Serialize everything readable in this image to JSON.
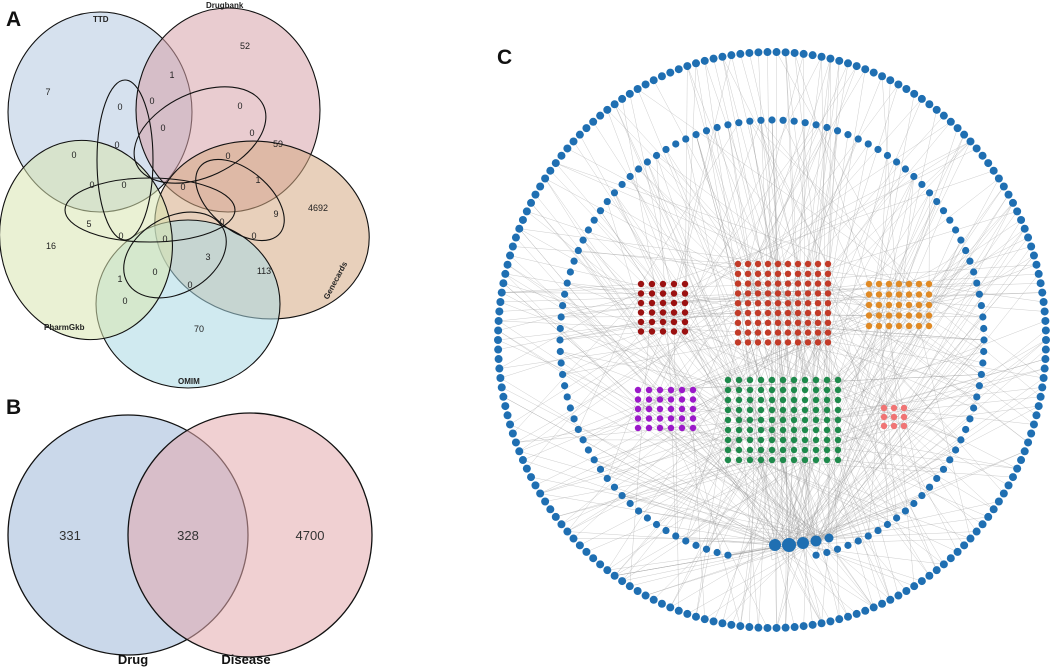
{
  "panels": {
    "a_letter": "A",
    "b_letter": "B",
    "c_letter": "C"
  },
  "venn5": {
    "sets": [
      {
        "name": "TTD",
        "color": "#b4c9e0"
      },
      {
        "name": "Drugbank",
        "color": "#d7a3aa"
      },
      {
        "name": "Genecards",
        "color": "#d6aa83"
      },
      {
        "name": "OMIM",
        "color": "#a9d8e4"
      },
      {
        "name": "PharmGkb",
        "color": "#d8e6b0"
      }
    ],
    "region_values": [
      "7",
      "52",
      "4692",
      "70",
      "16",
      "1",
      "0",
      "0",
      "0",
      "59",
      "0",
      "0",
      "0",
      "0",
      "0",
      "1",
      "9",
      "0",
      "0",
      "0",
      "0",
      "5",
      "0",
      "0",
      "0",
      "0",
      "3",
      "113",
      "1",
      "0",
      "0"
    ]
  },
  "venn2": {
    "left_label": "Drug",
    "right_label": "Disease",
    "left_only": "331",
    "overlap": "328",
    "right_only": "4700",
    "left_color": "#aec3de",
    "right_color": "#e3a9ad"
  },
  "network": {
    "target_color": "#1f6fb2",
    "edge_color": "#9a9a9a",
    "clusters": [
      {
        "name": "cluster-dark-red",
        "color": "#9b1111",
        "cols": 5,
        "rows": 6
      },
      {
        "name": "cluster-red",
        "color": "#c23b28",
        "cols": 10,
        "rows": 9
      },
      {
        "name": "cluster-orange",
        "color": "#e08a25",
        "cols": 7,
        "rows": 5
      },
      {
        "name": "cluster-purple",
        "color": "#9b19c9",
        "cols": 6,
        "rows": 5
      },
      {
        "name": "cluster-green",
        "color": "#1f8a4c",
        "cols": 11,
        "rows": 9
      },
      {
        "name": "cluster-salmon",
        "color": "#f07474",
        "cols": 3,
        "rows": 3
      }
    ]
  }
}
